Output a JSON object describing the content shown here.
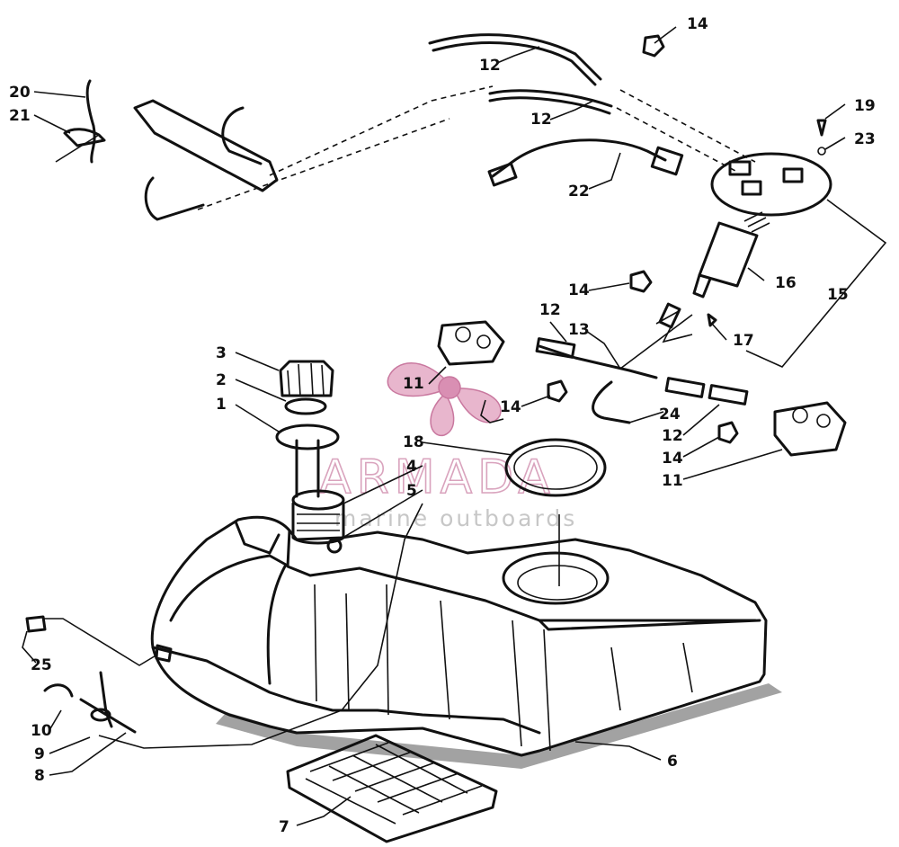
{
  "watermark": {
    "brand": "ARMADA",
    "tagline": "marine outboards",
    "color": "#d9a3bd"
  },
  "callouts": {
    "c1": "1",
    "c2": "2",
    "c3": "3",
    "c4": "4",
    "c5": "5",
    "c6": "6",
    "c7": "7",
    "c8": "8",
    "c9": "9",
    "c10": "10",
    "c11a": "11",
    "c11b": "11",
    "c12a": "12",
    "c12b": "12",
    "c12c": "12",
    "c12d": "12",
    "c13": "13",
    "c14a": "14",
    "c14b": "14",
    "c14c": "14",
    "c14d": "14",
    "c15": "15",
    "c16": "16",
    "c17": "17",
    "c18": "18",
    "c19": "19",
    "c20": "20",
    "c21": "21",
    "c22": "22",
    "c23": "23",
    "c24": "24",
    "c25": "25"
  }
}
